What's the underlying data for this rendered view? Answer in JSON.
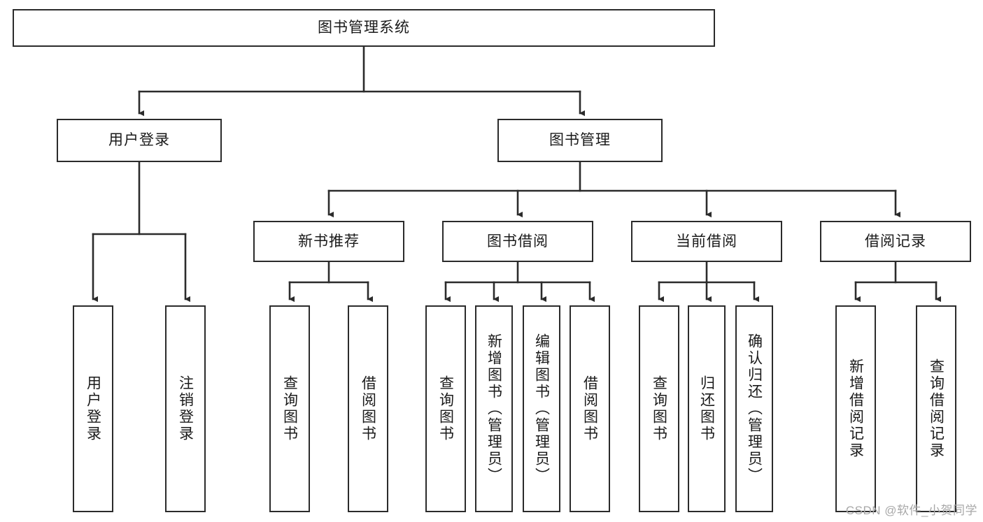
{
  "diagram": {
    "title": "图书管理系统",
    "type": "hierarchy-tree",
    "levels": 4,
    "colors": {
      "box_border": "#2b2b2b",
      "box_fill": "#ffffff",
      "line": "#2b2b2b",
      "text": "#1a1a1a",
      "watermark": "#a8a8a8",
      "background": "#ffffff"
    },
    "root": {
      "label": "图书管理系统"
    },
    "level2": [
      {
        "label": "用户登录"
      },
      {
        "label": "图书管理"
      }
    ],
    "level3": [
      {
        "label": "新书推荐"
      },
      {
        "label": "图书借阅"
      },
      {
        "label": "当前借阅"
      },
      {
        "label": "借阅记录"
      }
    ],
    "leaves": {
      "user_login": [
        {
          "label": "用户登录"
        },
        {
          "label": "注销登录"
        }
      ],
      "new_book_recommend": [
        {
          "label": "查询图书"
        },
        {
          "label": "借阅图书"
        }
      ],
      "book_borrow": [
        {
          "label": "查询图书"
        },
        {
          "label": "新增图书（管理员）"
        },
        {
          "label": "编辑图书（管理员）"
        },
        {
          "label": "借阅图书"
        }
      ],
      "current_borrow": [
        {
          "label": "查询图书"
        },
        {
          "label": "归还图书"
        },
        {
          "label": "确认归还（管理员）"
        }
      ],
      "borrow_records": [
        {
          "label": "新增借阅记录"
        },
        {
          "label": "查询借阅记录"
        }
      ]
    }
  },
  "watermark": {
    "text": "CSDN @软件_小贺同学"
  }
}
